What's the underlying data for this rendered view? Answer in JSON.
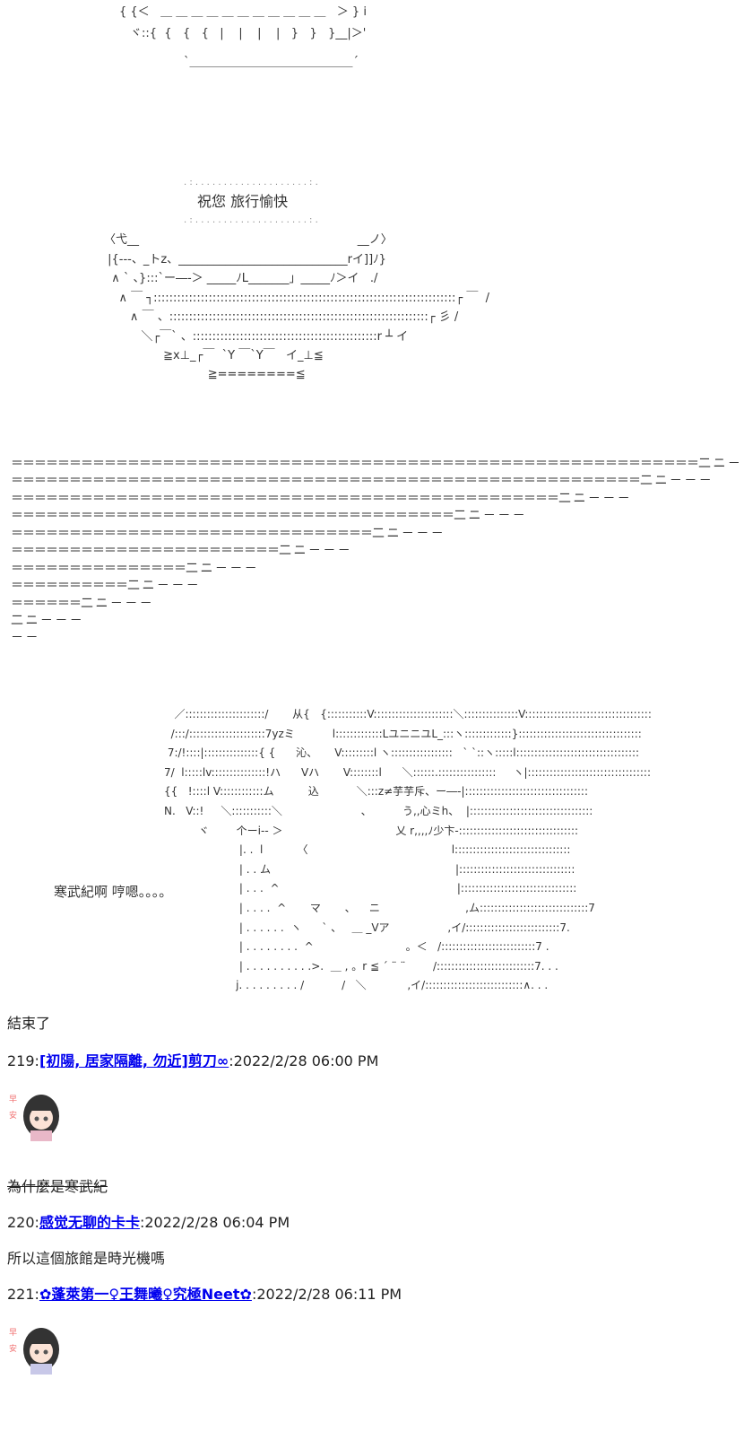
{
  "art_top": [
    "＝ ＝ ＝ ＝＝＝＝＝＝＝＝＝＝＝＝ ＝ ＝ ＝ ＝",
    "{ {＜   ＿ ＿ ＿ ＿ ＿ ＿ ＿ ＿ ＿ ＿ ＿   ＞ } i",
    "ヾ::{  {   {   {   |    |    |    |   }   }   }__|＞'",
    "`＿＿＿＿＿＿＿＿＿＿＿＿＿＿´"
  ],
  "art_greeting": {
    "dots_top": ". : . . . . . . . . . . . . . . . . . . . . : .",
    "message": "祝您 旅行愉快",
    "dots_bottom": ". : . . . . . . . . . . . . . . . . . . . . : .",
    "lines": [
      "〈弋__                                                           __ノ〉",
      " |{---、_トz、_____________________________rイ]]ﾉ}",
      "  ∧ ` 、}:::`ー―-＞ _____ﾉL_______」_____ﾉ＞イ   ./",
      "    ∧ ￣ ┐:::::::::::::::::::::::::::::::::::::::::::::::::::::::::::::::::::::::::::::┌ ￣  /",
      "       ∧ ￣ 、::::::::::::::::::::::::::::::::::::::::::::::::::::::::::::::::::┌ 彡 /",
      "          ＼┌￣` 、:::::::::::::::::::::::::::::::::::::::::::::::r ┴ イ",
      "                ≧x⊥_┌￣  `Y ￣`Y￣   イ_⊥≦",
      "                            ≧========≦"
    ]
  },
  "art_lines": [
    "＝＝＝＝＝＝＝＝＝＝＝＝＝＝＝＝＝＝＝＝＝＝＝＝＝＝＝＝＝＝＝＝＝＝＝＝＝＝＝＝＝＝＝＝＝＝＝＝＝＝＝＝＝＝＝＝＝＝＝二 ニ － － －",
    "＝＝＝＝＝＝＝＝＝＝＝＝＝＝＝＝＝＝＝＝＝＝＝＝＝＝＝＝＝＝＝＝＝＝＝＝＝＝＝＝＝＝＝＝＝＝＝＝＝＝＝＝＝＝二 ニ － － －",
    "＝＝＝＝＝＝＝＝＝＝＝＝＝＝＝＝＝＝＝＝＝＝＝＝＝＝＝＝＝＝＝＝＝＝＝＝＝＝＝＝＝＝＝＝＝＝＝二 ニ － － －",
    "＝＝＝＝＝＝＝＝＝＝＝＝＝＝＝＝＝＝＝＝＝＝＝＝＝＝＝＝＝＝＝＝＝＝＝＝＝＝二 ニ － － －",
    "＝＝＝＝＝＝＝＝＝＝＝＝＝＝＝＝＝＝＝＝＝＝＝＝＝＝＝＝＝＝＝二 ニ － － －",
    "＝＝＝＝＝＝＝＝＝＝＝＝＝＝＝＝＝＝＝＝＝＝＝二 ニ － － －",
    "＝＝＝＝＝＝＝＝＝＝＝＝＝＝＝二 ニ － － －",
    "＝＝＝＝＝＝＝＝＝＝二 ニ － － －",
    "＝＝＝＝＝＝二 ニ － － －",
    "二 ニ － － －",
    "－ －"
  ],
  "art_scene": [
    "   ／::::::::::::::::::::::/       从{   {:::::::::::V::::::::::::::::::::::＼:::::::::::::::V:::::::::::::::::::::::::::::::::::",
    "  /:::/:::::::::::::::::::::7yzミ           l:::::::::::::LユニニユL_:::ヽ:::::::::::::}::::::::::::::::::::::::::::::::::",
    " 7:/!::::|:::::::::::::::{ {      沁、     V:::::::::l ヽ:::::::::::::::::   ` `::ヽ:::::l::::::::::::::::::::::::::::::::::",
    "7/  l:::::lv:::::::::::::::!ハ      Vハ       V::::::::l      ＼::::::.::::::::::::::::     ヽ|::::::::::::::::::::::::::::::::::",
    "{{   !::::l V::::::::::::ム          込           ＼:::z≠芋芋斥、ー―-|::::::::::::::::::::::::::::::::::",
    "N.   V::!     ＼:::::::::::＼                       、         う,,心ミh、  |::::::::::::::::::::::::::::::::::",
    "          ヾ        个ーi-- ＞                                 乂 r,,,,ﾉ少卞-:::::::::::::::::::::::::::::::::",
    "                      |. .  l          〈                                          l::::::::::::::::::::::::::::::::",
    "                      | . . ム                                                      |::::::::::::::::::::::::::::::::",
    "                      | . . .  ^                                                    |::::::::::::::::::::::::::::::::",
    "                      | . . . .  ^       マ       、    ニ                         ,ム::::::::::::::::::::::::::::::7",
    "                      | . . . . . .  ヽ      ` 、   ＿ _Vア                 ,イ/::::::::::::::::::::::::::7.",
    "                      | . . . . . . . .  ^                           。＜   /::::::::::::::::::::::::::7 .",
    "                      | . . . . . . . . . .>.  ＿ , 。r ≦ ´ ¨ ¨        /:::::::::::::::::::::::::::7. . .",
    "                     j. . . . . . . . . /           /   ＼            ,イ/:::::::::::::::::::::::::::∧. . ."
  ],
  "art_caption": "寒武紀啊 哼嗯。。。。",
  "posts": [
    {
      "body": "結束了"
    },
    {
      "number": "219",
      "author": "[初陽, 居家隔離, 勿近]剪刀∞",
      "timestamp": "2022/2/28 06:00 PM",
      "has_avatar": true
    },
    {
      "body": "為什麼是寒武紀",
      "strikethrough": true
    },
    {
      "number": "220",
      "author": "感觉无聊的卡卡",
      "timestamp": "2022/2/28 06:04 PM"
    },
    {
      "body": "所以這個旅館是時光機嗎"
    },
    {
      "number": "221",
      "author": "✿蓬萊第一♀王舞曦♀究極Neet✿",
      "timestamp": "2022/2/28 06:11 PM",
      "has_avatar": true
    }
  ],
  "colors": {
    "link": "#0000ee",
    "text": "#222222"
  }
}
